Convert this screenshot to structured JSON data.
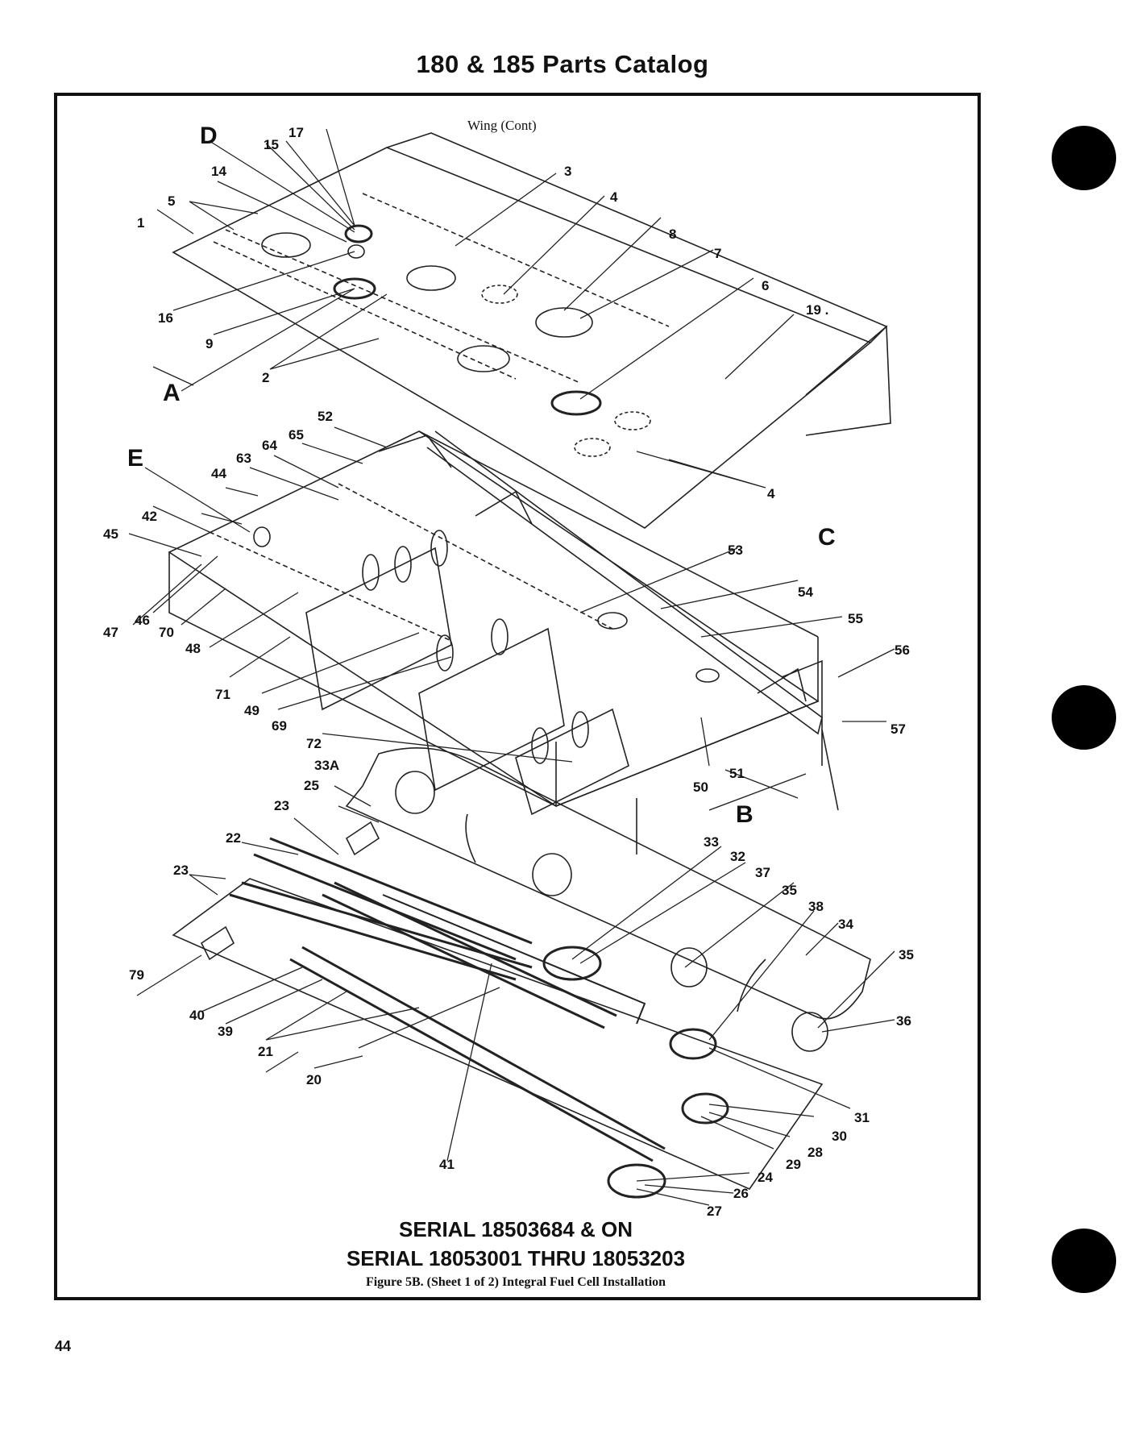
{
  "header": {
    "title": "180 & 185 Parts Catalog"
  },
  "figure": {
    "subtitle": "Wing (Cont)",
    "serial_line_1": "SERIAL 18503684 & ON",
    "serial_line_2": "SERIAL 18053001 THRU 18053203",
    "caption": "Figure 5B.   (Sheet 1 of 2) Integral Fuel Cell Installation"
  },
  "callouts": {
    "view_letters": [
      "A",
      "B",
      "C",
      "D",
      "E"
    ],
    "numbers": [
      "1",
      "2",
      "3",
      "4",
      "4",
      "5",
      "6",
      "7",
      "8",
      "9",
      "14",
      "15",
      "16",
      "17",
      "19",
      "20",
      "21",
      "22",
      "23",
      "23",
      "24",
      "25",
      "26",
      "27",
      "28",
      "29",
      "30",
      "31",
      "32",
      "33",
      "33A",
      "34",
      "35",
      "35",
      "36",
      "37",
      "38",
      "39",
      "40",
      "41",
      "42",
      "44",
      "45",
      "46",
      "47",
      "48",
      "49",
      "50",
      "51",
      "52",
      "53",
      "54",
      "55",
      "56",
      "57",
      "63",
      "64",
      "65",
      "69",
      "70",
      "71",
      "72",
      "79"
    ]
  },
  "footer": {
    "page_number": "44"
  }
}
